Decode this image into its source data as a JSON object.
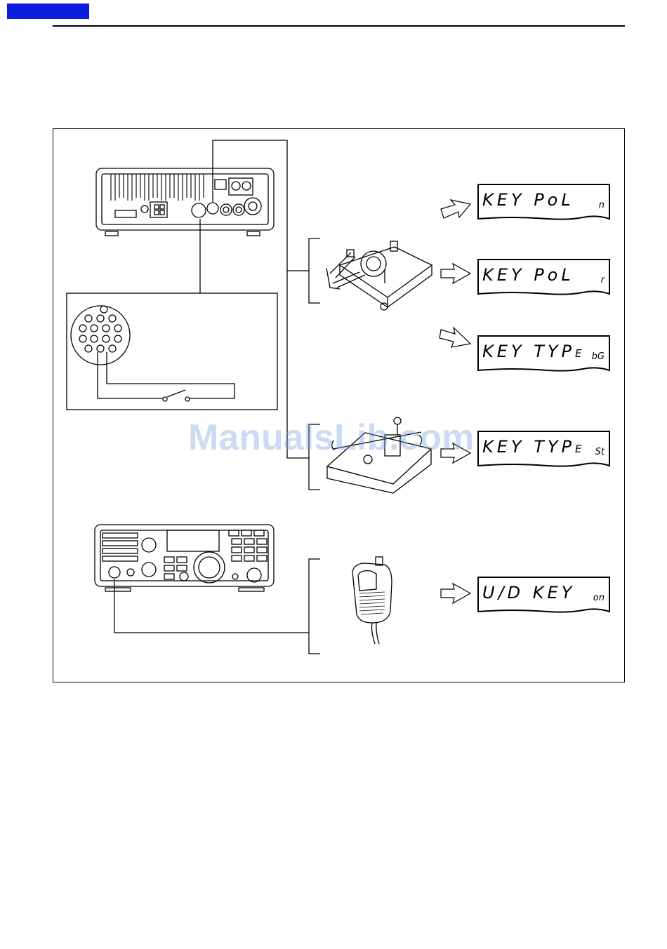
{
  "header": {
    "tab_color": "#0b1ee0"
  },
  "displays": [
    {
      "main": "KEY PoL",
      "sub": "n"
    },
    {
      "main": "KEY PoL",
      "sub": "r"
    },
    {
      "main": "KEY TYP",
      "main_small": "E",
      "sub": "bG"
    },
    {
      "main": "KEY TYP",
      "main_small": "E",
      "sub": "St"
    },
    {
      "main": "U/D KEY",
      "sub": "on"
    }
  ],
  "watermark": "ManualsLib.com",
  "icons": [
    "rear-panel-icon",
    "front-panel-icon",
    "connector-pinout-icon",
    "paddle-icon",
    "straight-key-icon",
    "hand-mic-icon",
    "arrow-icon"
  ]
}
